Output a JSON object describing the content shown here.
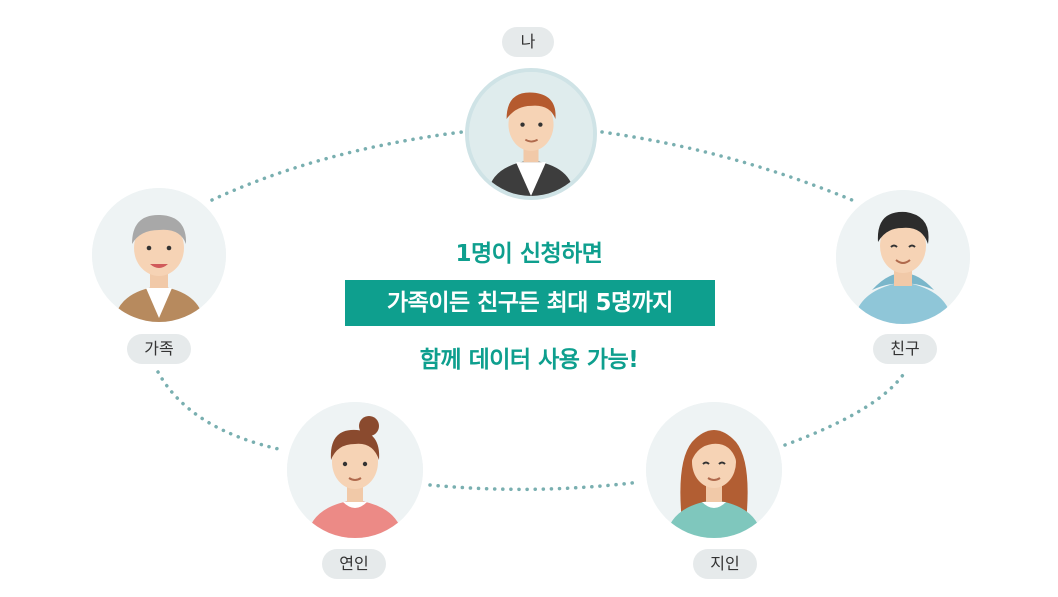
{
  "labels": {
    "me": "나",
    "family": "가족",
    "friend": "친구",
    "lover": "연인",
    "acquaintance": "지인"
  },
  "headline": {
    "line1": "1명이 신청하면",
    "line2": "가족이든 친구든 최대 5명까지",
    "line3": "함께 데이터 사용 가능!"
  },
  "colors": {
    "accent": "#0e9f8e",
    "dotted_line": "#79afb0",
    "pill_bg": "#e6eaeb",
    "avatar_bg": "#eef3f4"
  }
}
